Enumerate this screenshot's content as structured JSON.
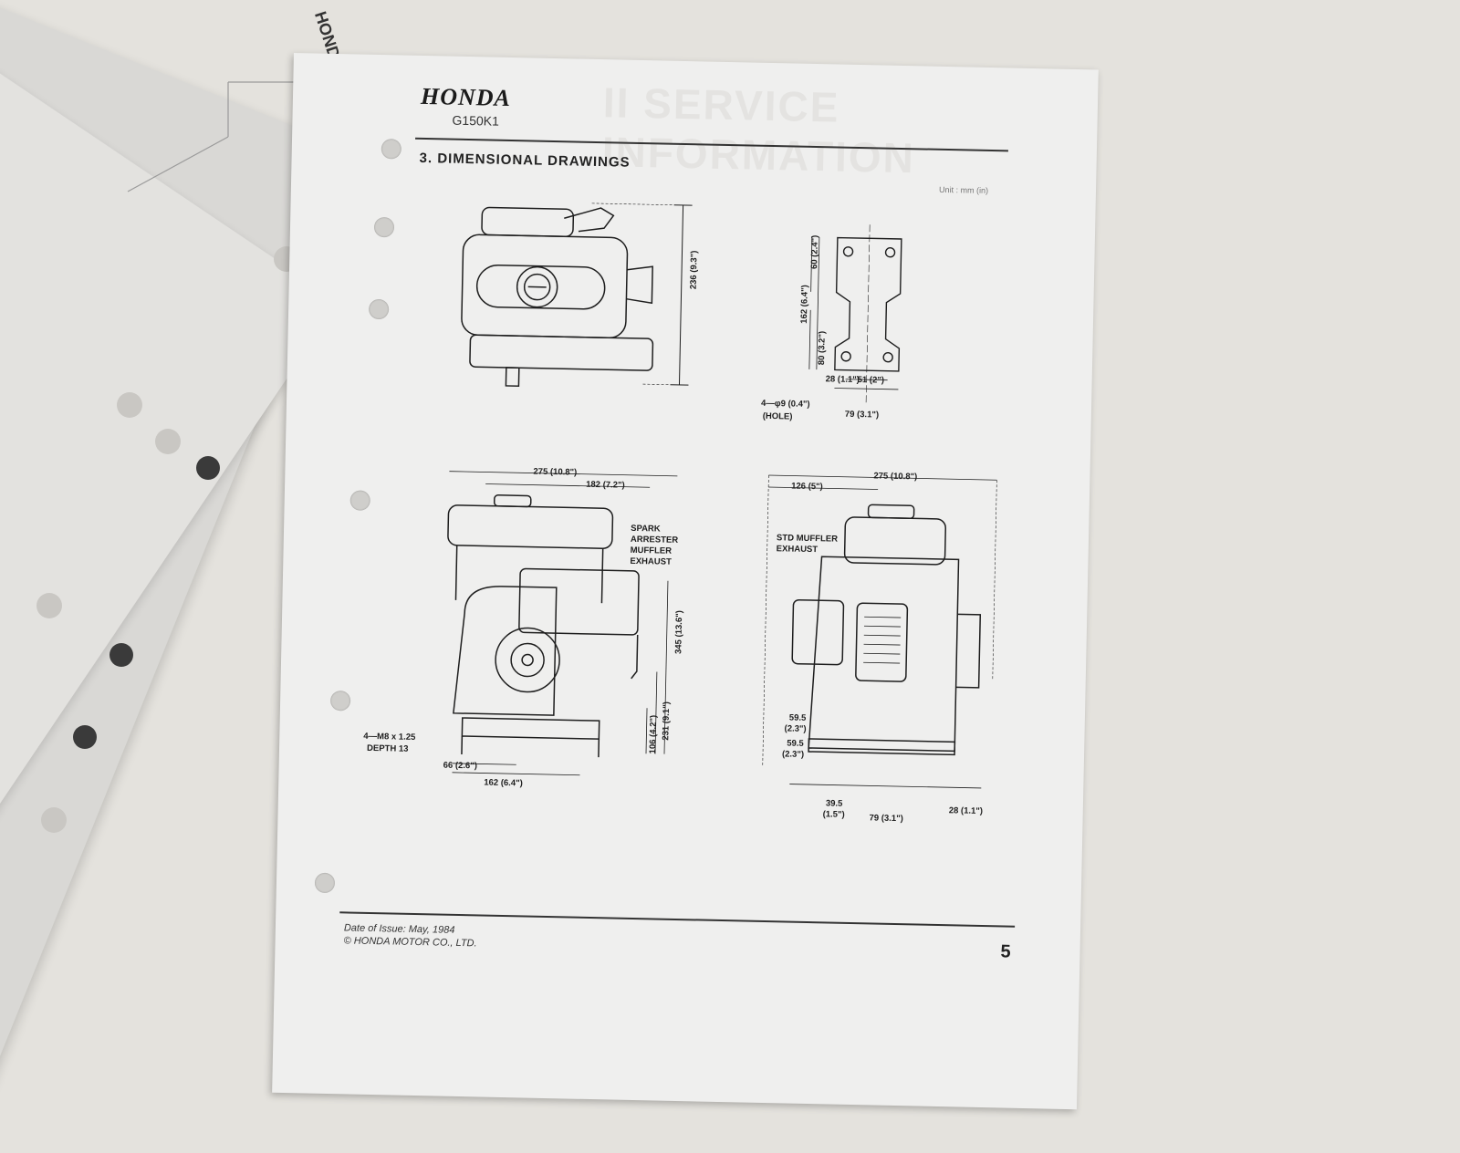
{
  "header": {
    "brand": "HONDA",
    "model": "G150K1",
    "section_title": "3. DIMENSIONAL DRAWINGS",
    "ghost_title": "II SERVICE INFORMATION",
    "unit_note": "Unit : mm (in)"
  },
  "edge_label": "HONDA",
  "drawings": {
    "top_left": {
      "height_label": "236 (9.3\")"
    },
    "top_right": {
      "labels": [
        "60 (2.4\")",
        "162 (6.4\")",
        "80 (3.2\")",
        "28 (1.1\")",
        "51 (2\")",
        "79 (3.1\")"
      ],
      "hole_note_1": "4—φ9 (0.4\")",
      "hole_note_2": "(HOLE)"
    },
    "bottom_left": {
      "width_total": "275 (10.8\")",
      "width_tank": "182 (7.2\")",
      "spark_note": [
        "SPARK",
        "ARRESTER",
        "MUFFLER",
        "EXHAUST"
      ],
      "height_total": "345 (13.6\")",
      "height_shaft": "231 (9.1\")",
      "height_base": "106 (4.2\")",
      "bolt_note_1": "4—M8 x 1.25",
      "bolt_note_2": "DEPTH 13",
      "base_inner": "66 (2.6\")",
      "base_outer": "162 (6.4\")"
    },
    "bottom_right": {
      "width_total": "275 (10.8\")",
      "width_offset": "126 (5\")",
      "muffler_note": [
        "STD MUFFLER",
        "EXHAUST"
      ],
      "dim_a": "59.5",
      "dim_a_in": "(2.3\")",
      "dim_b": "59.5",
      "dim_b_in": "(2.3\")",
      "dim_c": "39.5",
      "dim_c_in": "(1.5\")",
      "dim_d": "79 (3.1\")",
      "dim_e": "28 (1.1\")"
    }
  },
  "footer": {
    "issue_date": "Date of Issue: May, 1984",
    "copyright": "© HONDA MOTOR CO., LTD.",
    "page_number": "5"
  }
}
